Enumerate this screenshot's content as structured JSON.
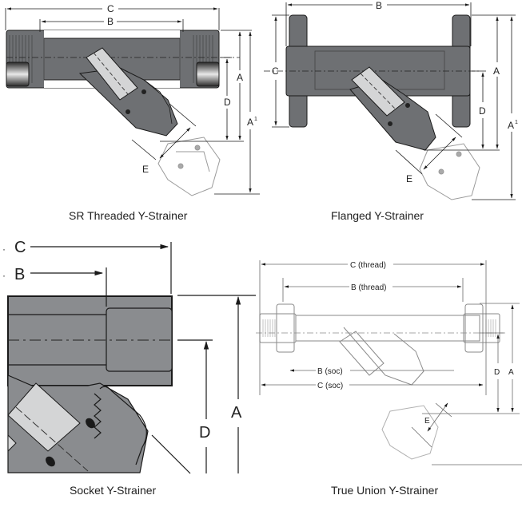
{
  "colors": {
    "body_fill": "#6e7073",
    "body_dark": "#55575a",
    "screen_fill": "#d4d5d6",
    "ghost_stroke": "#9a9a9a",
    "line": "#1a1a1a",
    "socket_fill": "#8a8c8f"
  },
  "panels": [
    {
      "id": "sr-threaded",
      "caption": "SR Threaded Y-Strainer",
      "dimensions": {
        "c": "C",
        "b": "B",
        "a": "A",
        "d": "D",
        "a1": "A",
        "a1_sup": "1",
        "e": "E"
      }
    },
    {
      "id": "flanged",
      "caption": "Flanged Y-Strainer",
      "dimensions": {
        "b": "B",
        "c": "C",
        "a": "A",
        "d": "D",
        "a1": "A",
        "a1_sup": "1",
        "e": "E"
      }
    },
    {
      "id": "socket",
      "caption": "Socket Y-Strainer",
      "dimensions": {
        "c": "C",
        "b": "B",
        "a": "A",
        "d": "D"
      }
    },
    {
      "id": "true-union",
      "caption": "True Union Y-Strainer",
      "dimensions": {
        "c_thread": "C (thread)",
        "b_thread": "B (thread)",
        "b_soc": "B (soc)",
        "c_soc": "C (soc)",
        "d": "D",
        "a": "A",
        "e": "E"
      }
    }
  ]
}
